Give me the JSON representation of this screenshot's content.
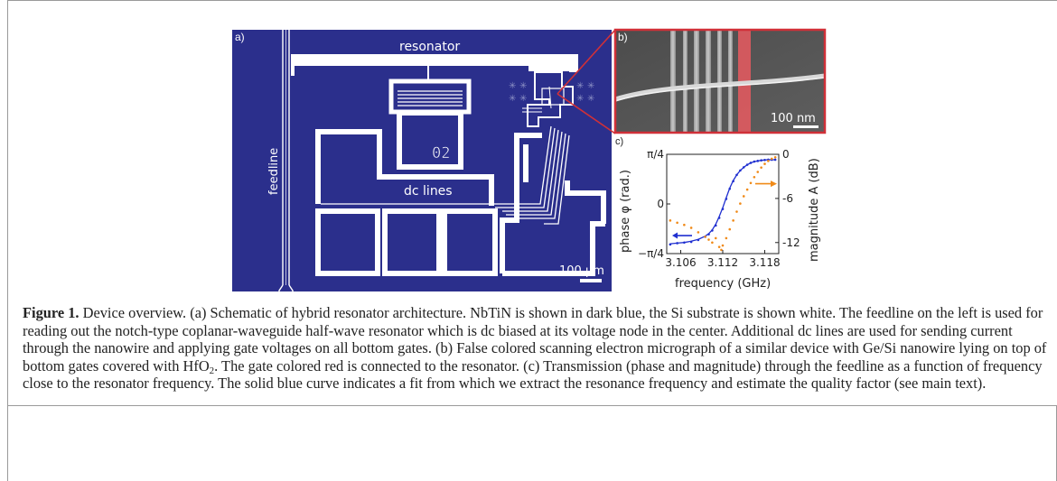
{
  "panel_a": {
    "label": "a)",
    "resonator_label": "resonator",
    "feedline_label": "feedline",
    "dc_lines_label": "dc lines",
    "chip_id": "02",
    "scale_bar": "100 µm",
    "colors": {
      "substrate": "#2b2f8c",
      "metal": "#ffffff"
    }
  },
  "panel_b": {
    "label": "b)",
    "scale_bar": "100 nm",
    "colors": {
      "frame": "#d03038",
      "highlight_gate": "#e05a5f"
    }
  },
  "panel_c": {
    "label": "c)"
  },
  "chart_data": {
    "type": "line",
    "xlabel": "frequency (GHz)",
    "ylabel_left": "phase φ (rad.)",
    "ylabel_right": "magnitude A (dB)",
    "x_ticks": [
      "3.106",
      "3.112",
      "3.118"
    ],
    "y_left_ticks": [
      "π/4",
      "0",
      "−π/4"
    ],
    "y_right_ticks": [
      "0",
      "-6",
      "-12"
    ],
    "xlim": [
      3.104,
      3.12
    ],
    "ylim_left": [
      -0.785,
      0.785
    ],
    "ylim_right": [
      -13.5,
      0
    ],
    "series": [
      {
        "color": "#1f2fd0",
        "axis": "left",
        "style": "markers",
        "x": [
          3.1045,
          3.1055,
          3.1065,
          3.1075,
          3.1085,
          3.1095,
          3.11,
          3.1105,
          3.111,
          3.1115,
          3.112,
          3.1125,
          3.113,
          3.1135,
          3.114,
          3.1145,
          3.115,
          3.1155,
          3.116,
          3.1165,
          3.117,
          3.1175,
          3.118,
          3.1185,
          3.119,
          3.1195
        ],
        "y": [
          -0.64,
          -0.62,
          -0.61,
          -0.6,
          -0.57,
          -0.52,
          -0.48,
          -0.42,
          -0.34,
          -0.22,
          -0.08,
          0.08,
          0.24,
          0.36,
          0.46,
          0.53,
          0.58,
          0.62,
          0.65,
          0.67,
          0.68,
          0.69,
          0.695,
          0.7,
          0.7,
          0.7
        ]
      },
      {
        "color": "#1f2fd0",
        "axis": "left",
        "style": "line",
        "x": [
          3.1045,
          3.1055,
          3.1065,
          3.1075,
          3.1085,
          3.1095,
          3.11,
          3.1105,
          3.111,
          3.1115,
          3.112,
          3.1125,
          3.113,
          3.1135,
          3.114,
          3.1145,
          3.115,
          3.1155,
          3.116,
          3.1165,
          3.117,
          3.1175,
          3.118,
          3.1185,
          3.119,
          3.1195
        ],
        "y": [
          -0.63,
          -0.62,
          -0.61,
          -0.59,
          -0.56,
          -0.51,
          -0.47,
          -0.41,
          -0.32,
          -0.2,
          -0.06,
          0.1,
          0.25,
          0.37,
          0.46,
          0.53,
          0.58,
          0.62,
          0.65,
          0.67,
          0.68,
          0.69,
          0.695,
          0.7,
          0.7,
          0.7
        ]
      },
      {
        "color": "#f08a18",
        "axis": "right",
        "style": "markers",
        "x": [
          3.1045,
          3.1055,
          3.1065,
          3.1075,
          3.1085,
          3.1095,
          3.11,
          3.1105,
          3.111,
          3.1115,
          3.1118,
          3.112,
          3.1125,
          3.113,
          3.1135,
          3.114,
          3.1145,
          3.115,
          3.1155,
          3.116,
          3.1165,
          3.117,
          3.1175,
          3.118,
          3.1185,
          3.119,
          3.1195
        ],
        "y": [
          -9.0,
          -9.3,
          -9.6,
          -10.0,
          -10.6,
          -11.2,
          -11.6,
          -12.0,
          -11.4,
          -12.6,
          -13.0,
          -12.4,
          -11.4,
          -10.2,
          -9.0,
          -7.8,
          -6.7,
          -5.7,
          -4.8,
          -3.9,
          -3.1,
          -2.4,
          -1.8,
          -1.3,
          -0.9,
          -0.6,
          -0.4
        ]
      }
    ],
    "annotations": [
      {
        "type": "arrow",
        "direction": "left",
        "color": "#1f2fd0",
        "axis": "left"
      },
      {
        "type": "arrow",
        "direction": "right",
        "color": "#f08a18",
        "axis": "right"
      }
    ]
  },
  "caption": {
    "label": "Figure 1.",
    "text_1": " Device overview. (a) Schematic of hybrid resonator architecture. NbTiN is shown in dark blue, the Si substrate is shown white. The feedline on the left is used for reading out the notch-type coplanar-waveguide half-wave resonator which is dc biased at its voltage node in the center. Additional dc lines are used for sending current through the nanowire and applying gate voltages on all bottom gates. (b) False colored scanning electron micrograph of a similar device with Ge/Si nanowire lying on top of bottom gates covered with HfO",
    "subscript": "2",
    "text_2": ". The gate colored red is connected to the resonator. (c) Transmission (phase and magnitude) through the feedline as a function of frequency close to the resonator frequency. The solid blue curve indicates a fit from which we extract the resonance frequency and estimate the quality factor (see main text)."
  }
}
